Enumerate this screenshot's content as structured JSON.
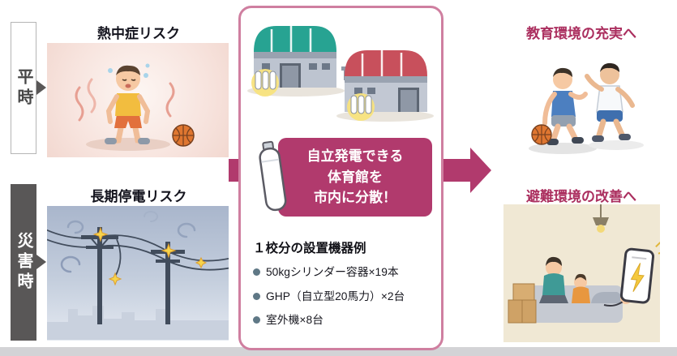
{
  "colors": {
    "accent_magenta": "#b13a6d",
    "card_border_pink": "#cf7fa0",
    "disaster_gray": "#595757",
    "highlight_yellow": "#f8e37d",
    "gym_roof_teal": "#27a392",
    "gym_roof_red": "#c8505c"
  },
  "left_column": {
    "normal_label": "平時",
    "disaster_label": "災害時"
  },
  "panels": {
    "heatstroke": {
      "title": "熱中症リスク"
    },
    "blackout": {
      "title": "長期停電リスク"
    }
  },
  "center": {
    "badge_lines": [
      "自立発電できる",
      "体育館を",
      "市内に分散！"
    ],
    "equipment_title": "１校分の設置機器例",
    "equipment_items": [
      "50kgシリンダー容器×19本",
      "GHP（自立型20馬力）×2台",
      "室外機×8台"
    ]
  },
  "right_column": {
    "education_title": "教育環境の充実へ",
    "evacuation_title": "避難環境の改善へ"
  },
  "icons": {
    "flow_arrow": "flow-arrow",
    "gas_cylinder": "gas-cylinder-icon",
    "heatstroke_scene": "heatstroke-illustration",
    "blackout_scene": "power-outage-illustration",
    "gymnasiums_scene": "gymnasiums-illustration",
    "basketball_scene": "basketball-illustration",
    "evacuation_scene": "evacuation-illustration",
    "charging_phone": "charging-phone-icon"
  }
}
